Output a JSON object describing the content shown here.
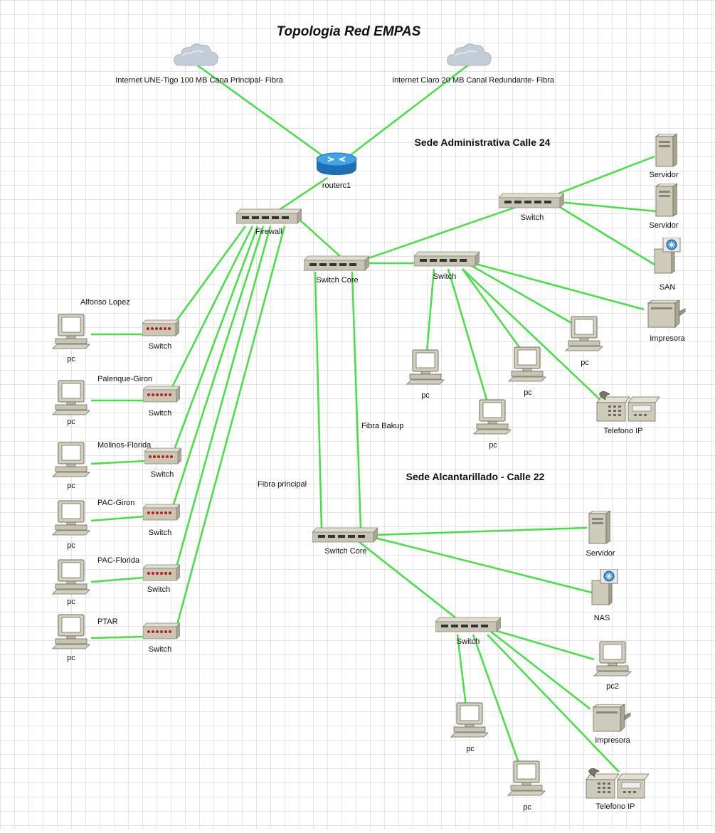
{
  "title": "Topologia Red EMPAS",
  "colors": {
    "link": "#44e044",
    "device": "#c8c4b4",
    "device_dark": "#8a8778",
    "grid": "#e4e4e4",
    "router": "#2b8fd6"
  },
  "sections": {
    "admin": "Sede Administrativa Calle 24",
    "alcantarillado": "Sede Alcantarillado - Calle 22"
  },
  "internet": {
    "primary": "Internet UNE-Tigo 100 MB Cana Principal- Fibra",
    "redundant": "Internet Claro 20 MB Canal Redundante- Fibra"
  },
  "core": {
    "router": "routerc1",
    "firewall": "Firewall",
    "switch_core_admin": "Switch Core",
    "switch_core_alc": "Switch Core"
  },
  "links": {
    "fibra_bakup": "Fibra Bakup",
    "fibra_principal": "Fibra principal"
  },
  "admin_devices": {
    "switch_servers": "Switch",
    "servidor1": "Servidor",
    "servidor2": "Servidor",
    "san": "SAN",
    "switch_lan": "Switch",
    "impresora": "Impresora",
    "pc1": "pc",
    "pc2": "pc",
    "pc3": "pc",
    "pc4": "pc",
    "telefono": "Telefono IP"
  },
  "remote_sites": [
    {
      "name": "Alfonso Lopez",
      "switch": "Switch",
      "pc": "pc"
    },
    {
      "name": "Palenque-Giron",
      "switch": "Switch",
      "pc": "pc"
    },
    {
      "name": "Molinos-Florida",
      "switch": "Switch",
      "pc": "pc"
    },
    {
      "name": "PAC-Giron",
      "switch": "Switch",
      "pc": "pc"
    },
    {
      "name": "PAC-Florida",
      "switch": "Switch",
      "pc": "pc"
    },
    {
      "name": "PTAR",
      "switch": "Switch",
      "pc": "pc"
    }
  ],
  "alc_devices": {
    "servidor": "Servidor",
    "nas": "NAS",
    "switch": "Switch",
    "pc2": "pc2",
    "impresora": "Impresora",
    "pc_a": "pc",
    "pc_b": "pc",
    "telefono": "Telefono IP"
  }
}
